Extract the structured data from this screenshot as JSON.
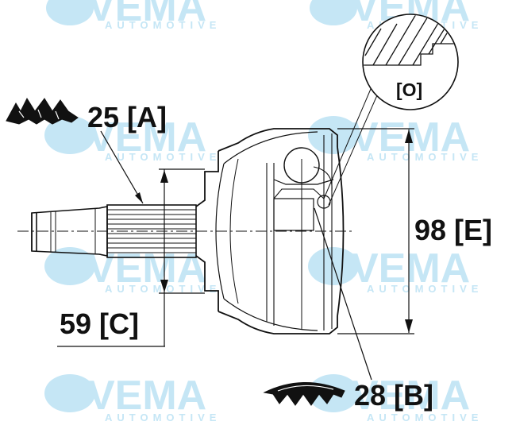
{
  "watermark": {
    "brand": "VEMA",
    "tagline": "AUTOMOTIVE",
    "color": "#bfe4f5"
  },
  "dimensions": {
    "spline_a": "25 [A]",
    "diameter_c": "59 [C]",
    "diameter_e": "98 [E]",
    "spline_b": "28 [B]",
    "detail_o": "[O]"
  },
  "icons": {
    "outer_spline": "outer-spline-teeth-icon",
    "inner_spline": "inner-spline-teeth-icon"
  },
  "colors": {
    "line": "#111111",
    "background": "#ffffff"
  }
}
